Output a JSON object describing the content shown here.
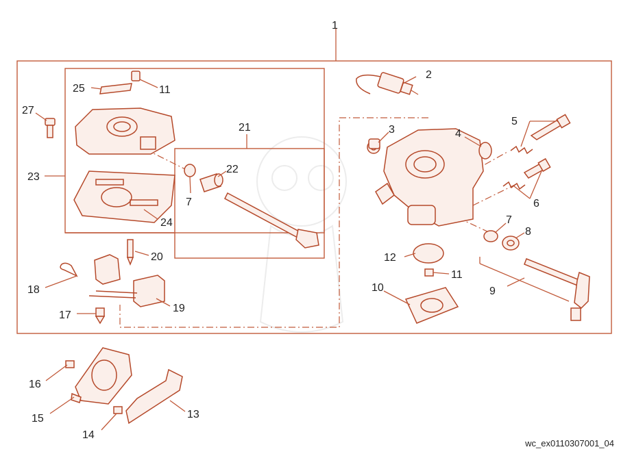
{
  "diagram": {
    "parts": [
      {
        "id": "1",
        "label": "1"
      },
      {
        "id": "2",
        "label": "2"
      },
      {
        "id": "3",
        "label": "3"
      },
      {
        "id": "4",
        "label": "4"
      },
      {
        "id": "5",
        "label": "5"
      },
      {
        "id": "6",
        "label": "6"
      },
      {
        "id": "7a",
        "label": "7"
      },
      {
        "id": "7b",
        "label": "7"
      },
      {
        "id": "8",
        "label": "8"
      },
      {
        "id": "9",
        "label": "9"
      },
      {
        "id": "10",
        "label": "10"
      },
      {
        "id": "11a",
        "label": "11"
      },
      {
        "id": "11b",
        "label": "11"
      },
      {
        "id": "12",
        "label": "12"
      },
      {
        "id": "13",
        "label": "13"
      },
      {
        "id": "14",
        "label": "14"
      },
      {
        "id": "15",
        "label": "15"
      },
      {
        "id": "16",
        "label": "16"
      },
      {
        "id": "17",
        "label": "17"
      },
      {
        "id": "18",
        "label": "18"
      },
      {
        "id": "19",
        "label": "19"
      },
      {
        "id": "20",
        "label": "20"
      },
      {
        "id": "21",
        "label": "21"
      },
      {
        "id": "22",
        "label": "22"
      },
      {
        "id": "23",
        "label": "23"
      },
      {
        "id": "24",
        "label": "24"
      },
      {
        "id": "25",
        "label": "25"
      },
      {
        "id": "27",
        "label": "27"
      }
    ],
    "figure_code": "wc_ex0110307001_04",
    "colors": {
      "line": "#c15a3a",
      "part_fill": "#fbefea",
      "text": "#222222"
    }
  }
}
